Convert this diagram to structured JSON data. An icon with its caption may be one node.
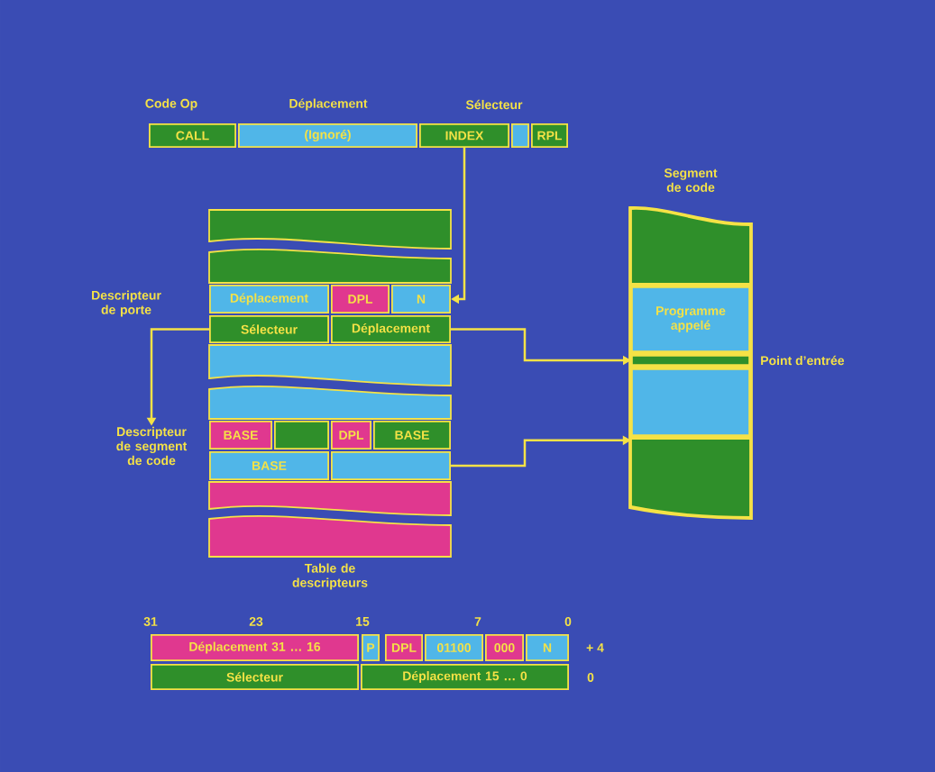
{
  "diagram": {
    "nodes": [
      {
        "text": [
          "CALL"
        ]
      },
      {
        "text": [
          "(Ignoré)"
        ]
      },
      {
        "text": [
          "INDEX"
        ]
      },
      {
        "text": [],
        "shape": "box"
      },
      {
        "text": [
          "RPL"
        ]
      },
      {
        "text": [],
        "shape": "box"
      },
      {
        "text": [],
        "shape": "box"
      },
      {
        "text": [
          "Déplacement"
        ]
      },
      {
        "text": [
          "DPL"
        ]
      },
      {
        "text": [
          "N"
        ]
      },
      {
        "text": [
          "Sélecteur"
        ]
      },
      {
        "text": [
          "Déplacement"
        ]
      },
      {
        "text": [],
        "shape": "box"
      },
      {
        "text": [],
        "shape": "box"
      },
      {
        "text": [
          "BASE"
        ]
      },
      {
        "text": [],
        "shape": "box"
      },
      {
        "text": [
          "DPL"
        ]
      },
      {
        "text": [
          "BASE"
        ]
      },
      {
        "text": [
          "BASE"
        ]
      },
      {
        "text": [],
        "shape": "box"
      },
      {
        "text": [],
        "shape": "box"
      },
      {
        "text": [],
        "shape": "box"
      },
      {
        "text": [
          "Descripteur de segment de code"
        ]
      },
      {
        "text": [
          "Segment de code"
        ]
      },
      {
        "text": [],
        "shape": "box",
        "in": 23
      },
      {
        "text": [
          "Programme appelé"
        ],
        "in": 23
      },
      {
        "text": [],
        "shape": "box",
        "in": 23,
        "beside": [
          "Point d’entrée"
        ]
      },
      {
        "text": [],
        "shape": "box",
        "in": 23
      },
      {
        "text": [],
        "shape": "box",
        "in": 23
      },
      {
        "text": [
          "Déplacement 31 … 16"
        ]
      },
      {
        "text": [
          "P"
        ]
      },
      {
        "text": [
          "DPL"
        ]
      },
      {
        "text": [
          "01100"
        ]
      },
      {
        "text": [
          "000"
        ]
      },
      {
        "text": [
          "N"
        ]
      },
      {
        "text": [
          "Sélecteur"
        ]
      },
      {
        "text": [
          "Déplacement 15 … 0"
        ]
      }
    ],
    "edges": [
      {
        "from": 2,
        "to": 9,
        "arrow": "to"
      },
      {
        "from": 10,
        "to": 22,
        "arrow": "to"
      },
      {
        "from": 11,
        "to": 26,
        "arrow": "to"
      },
      {
        "from": 19,
        "to": 28,
        "arrow": "to"
      }
    ],
    "labels": [
      "Code Op",
      "Déplacement",
      "Sélecteur",
      "Descripteur de porte",
      "Table de descripteurs",
      "31",
      "23",
      "15",
      "7",
      "0",
      "+ 4",
      "0"
    ]
  }
}
